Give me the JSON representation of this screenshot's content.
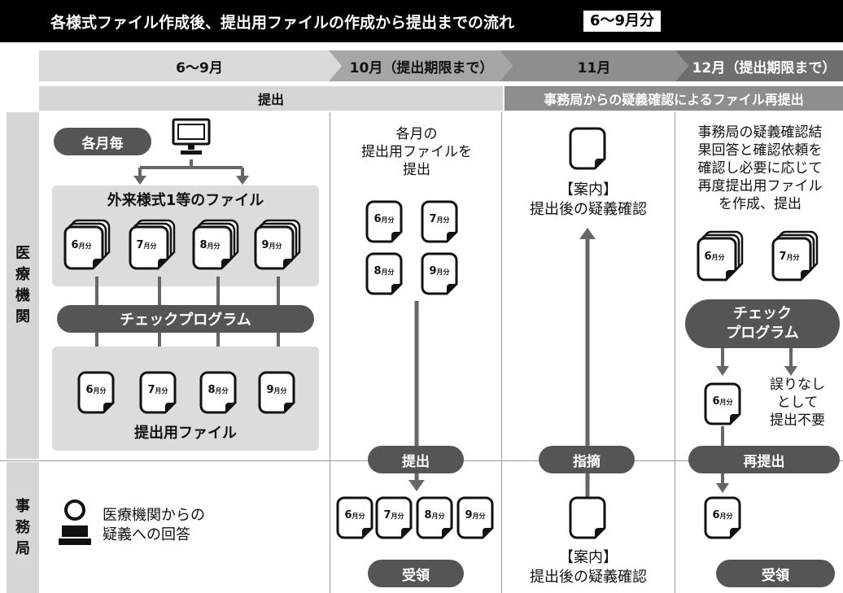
{
  "title": "各様式ファイル作成後、提出用ファイルの作成から提出までの流れ",
  "title_badge": "6～9月分",
  "phases": [
    {
      "label": "6～9月"
    },
    {
      "label": "10月（提出期限まで）"
    },
    {
      "label": "11月"
    },
    {
      "label": "12月（提出期限まで）"
    }
  ],
  "sub_headers": {
    "submit": "提出",
    "recheck": "事務局からの疑義確認によるファイル再提出"
  },
  "rows": {
    "hospital": [
      "医",
      "療",
      "機",
      "関"
    ],
    "office": [
      "事",
      "務",
      "局"
    ]
  },
  "col1": {
    "monthly_pill": "各月毎",
    "source_box_title": "外来様式1等のファイル",
    "check_program": "チェックプログラム",
    "output_box_title": "提出用ファイル",
    "office_text": [
      "医療機関からの",
      "疑義への回答"
    ]
  },
  "col2": {
    "text": [
      "各月の",
      "提出用ファイルを",
      "提出"
    ],
    "submit_pill": "提出",
    "receive_pill": "受領"
  },
  "col3": {
    "notice_top": [
      "【案内】",
      "提出後の疑義確認"
    ],
    "point_pill": "指摘",
    "notice_bottom": [
      "【案内】",
      "提出後の疑義確認"
    ]
  },
  "col4": {
    "text": [
      "事務局の疑義確認結",
      "果回答と確認依頼を",
      "確認し必要に応じて",
      "再度提出用ファイル",
      "を作成、提出"
    ],
    "check_program": [
      "チェック",
      "プログラム"
    ],
    "no_error_text": [
      "誤りなし",
      "として",
      "提出不要"
    ],
    "resubmit_pill": "再提出",
    "receive_pill": "受領"
  },
  "files": {
    "m6": {
      "num": "6",
      "unit": "月分"
    },
    "m7": {
      "num": "7",
      "unit": "月分"
    },
    "m8": {
      "num": "8",
      "unit": "月分"
    },
    "m9": {
      "num": "9",
      "unit": "月分"
    }
  },
  "colors": {
    "title_bg": "#000000",
    "phase_bg": "#d9d9d9",
    "phase_active": "#9a9a9a",
    "pill": "#555555",
    "box": "#dcdcdc"
  }
}
